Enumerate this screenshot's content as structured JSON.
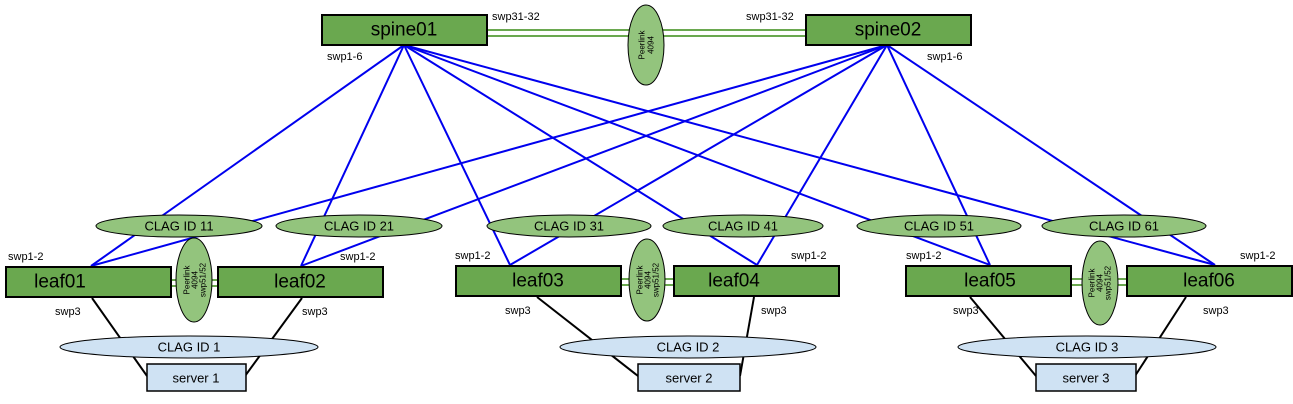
{
  "spines": [
    {
      "name": "spine01",
      "downlink_ports": "swp1-6",
      "peer_ports": "swp31-32"
    },
    {
      "name": "spine02",
      "downlink_ports": "swp1-6",
      "peer_ports": "swp31-32"
    }
  ],
  "spine_peerlink": {
    "line1": "Peerlink",
    "line2": "4094"
  },
  "leafs": [
    {
      "name": "leaf01",
      "uplink_ports": "swp1-2",
      "host_ports": "swp3"
    },
    {
      "name": "leaf02",
      "uplink_ports": "swp1-2",
      "host_ports": "swp3"
    },
    {
      "name": "leaf03",
      "uplink_ports": "swp1-2",
      "host_ports": "swp3"
    },
    {
      "name": "leaf04",
      "uplink_ports": "swp1-2",
      "host_ports": "swp3"
    },
    {
      "name": "leaf05",
      "uplink_ports": "swp1-2",
      "host_ports": "swp3"
    },
    {
      "name": "leaf06",
      "uplink_ports": "swp1-2",
      "host_ports": "swp3"
    }
  ],
  "leaf_peerlinks": [
    {
      "line1": "Peerlink",
      "line2": "4094",
      "line3": "swp51/52"
    },
    {
      "line1": "Peerlink",
      "line2": "4094",
      "line3": "swp51/52"
    },
    {
      "line1": "Peerlink",
      "line2": "4094",
      "line3": "swp51/52"
    }
  ],
  "uplink_clags": [
    "CLAG ID 11",
    "CLAG ID 21",
    "CLAG ID 31",
    "CLAG ID 41",
    "CLAG ID 51",
    "CLAG ID 61"
  ],
  "server_clags": [
    "CLAG ID 1",
    "CLAG ID 2",
    "CLAG ID 3"
  ],
  "servers": [
    "server 1",
    "server 2",
    "server 3"
  ],
  "colors": {
    "switch_fill": "#6aa84f",
    "clag_uplink_fill": "#93c47d",
    "clag_server_fill": "#cfe2f3",
    "server_fill": "#cfe2f3",
    "uplink_line": "#0000ee",
    "peerlink_line": "#6aa84f"
  }
}
